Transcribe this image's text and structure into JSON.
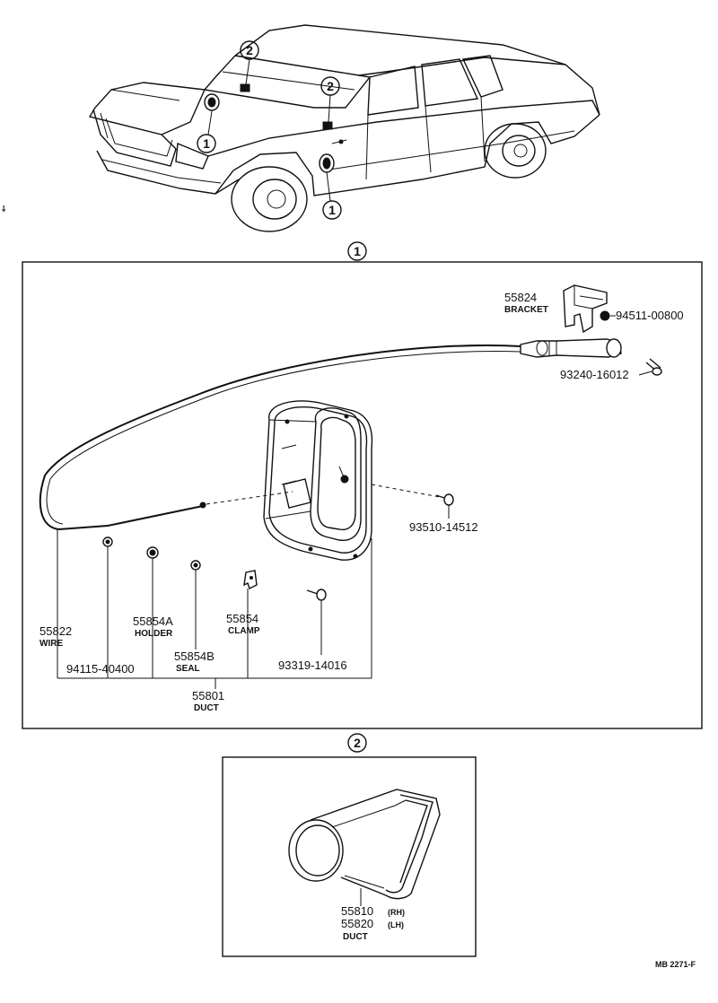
{
  "callouts": {
    "one": "1",
    "two": "2"
  },
  "parts": {
    "bracket": {
      "number": "55824",
      "name": "BRACKET"
    },
    "bolt_bracket": {
      "number": "94511-00800"
    },
    "screw_cable": {
      "number": "93240-16012"
    },
    "screw_duct": {
      "number": "93510-14512"
    },
    "wire": {
      "number": "55822",
      "name": "WIRE"
    },
    "nut": {
      "number": "94115-40400"
    },
    "holder": {
      "number": "55854A",
      "name": "HOLDER"
    },
    "seal": {
      "number": "55854B",
      "name": "SEAL"
    },
    "clamp": {
      "number": "55854",
      "name": "CLAMP"
    },
    "screw_clamp": {
      "number": "93319-14016"
    },
    "duct_assy": {
      "number": "55801",
      "name": "DUCT"
    },
    "duct_rh": {
      "number": "55810",
      "side": "(RH)"
    },
    "duct_lh": {
      "number": "55820",
      "side": "(LH)"
    },
    "duct_side_name": "DUCT"
  },
  "footer": {
    "code": "MB 2271-F"
  }
}
